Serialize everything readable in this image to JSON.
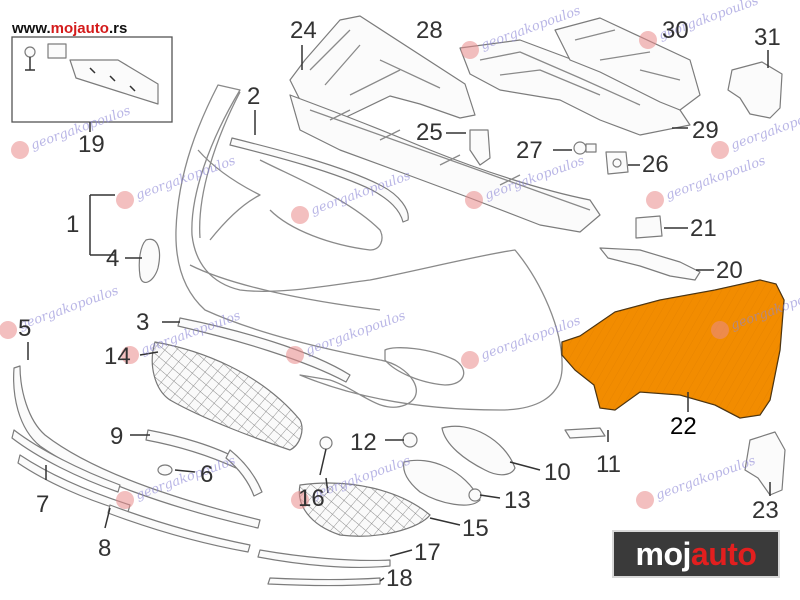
{
  "site_url": {
    "prefix": "www.",
    "highlight": "mojauto",
    "suffix": ".rs"
  },
  "brand": {
    "part1": "moj",
    "part2": "auto"
  },
  "watermark_text": "georgakopoulos",
  "selected_part": "22",
  "highlight_color": "#f28c00",
  "callouts": [
    "19",
    "24",
    "28",
    "30",
    "31",
    "2",
    "25",
    "29",
    "27",
    "26",
    "1",
    "4",
    "21",
    "20",
    "5",
    "3",
    "14",
    "22",
    "9",
    "12",
    "6",
    "11",
    "10",
    "7",
    "16",
    "13",
    "15",
    "23",
    "8",
    "17",
    "18"
  ]
}
